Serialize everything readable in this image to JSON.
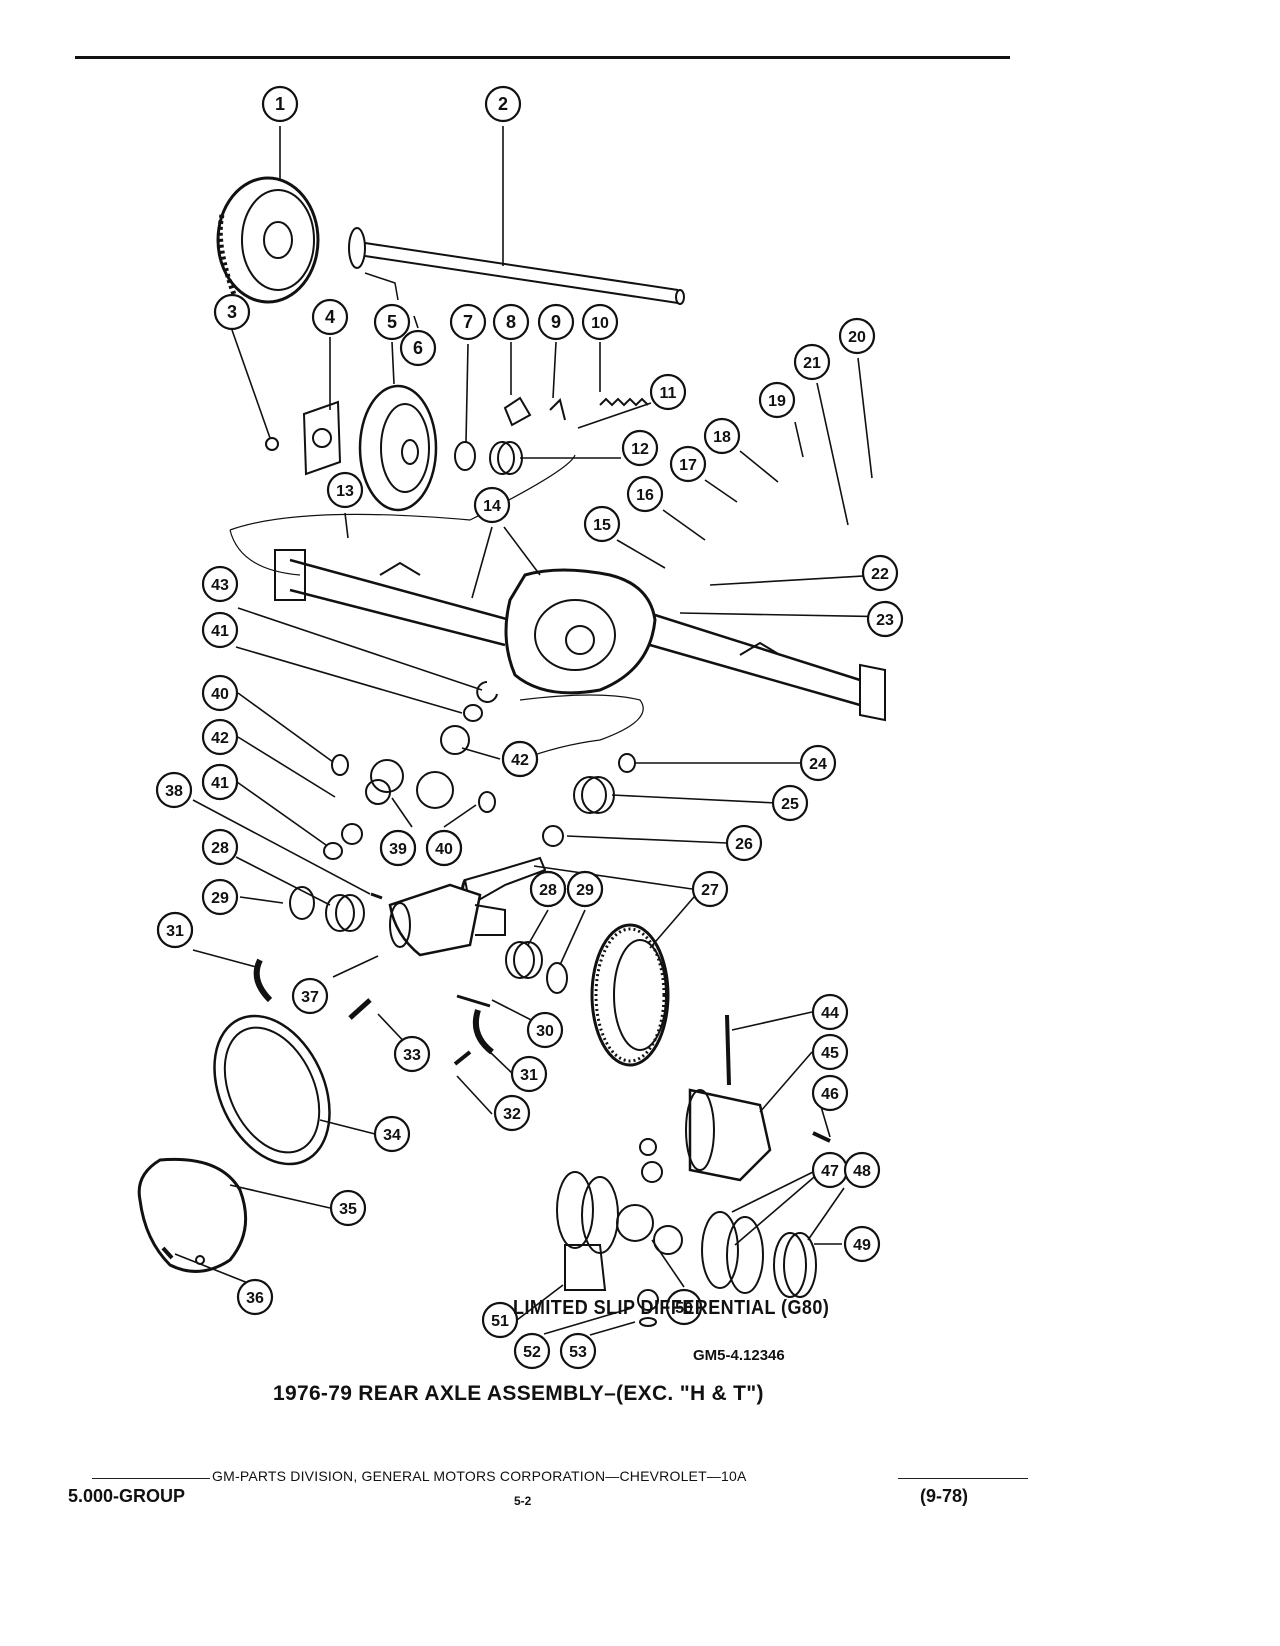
{
  "diagram": {
    "callouts": [
      "1",
      "2",
      "3",
      "4",
      "5",
      "6",
      "7",
      "8",
      "9",
      "10",
      "11",
      "12",
      "13",
      "14",
      "15",
      "16",
      "17",
      "18",
      "19",
      "20",
      "21",
      "22",
      "23",
      "24",
      "25",
      "26",
      "27",
      "28",
      "29",
      "30",
      "31",
      "32",
      "33",
      "34",
      "35",
      "36",
      "37",
      "38",
      "39",
      "40",
      "41",
      "42",
      "43",
      "44",
      "45",
      "46",
      "47",
      "48",
      "49",
      "50",
      "51",
      "52",
      "53",
      "28",
      "29",
      "31",
      "40",
      "41",
      "42",
      "39",
      "40",
      "41",
      "42",
      "28",
      "29",
      "31"
    ],
    "subassembly_label": "LIMITED SLIP DIFFERENTIAL (G80)",
    "reference_code": "GM5-4.12346",
    "caption": "1976-79 REAR AXLE ASSEMBLY–(EXC. \"H & T\")"
  },
  "footer": {
    "publisher_line": "GM-PARTS DIVISION, GENERAL MOTORS CORPORATION—CHEVROLET—10A",
    "group": "5.000-GROUP",
    "page": "5-2",
    "date": "(9-78)"
  },
  "colors": {
    "ink": "#111111",
    "paper": "#ffffff"
  }
}
